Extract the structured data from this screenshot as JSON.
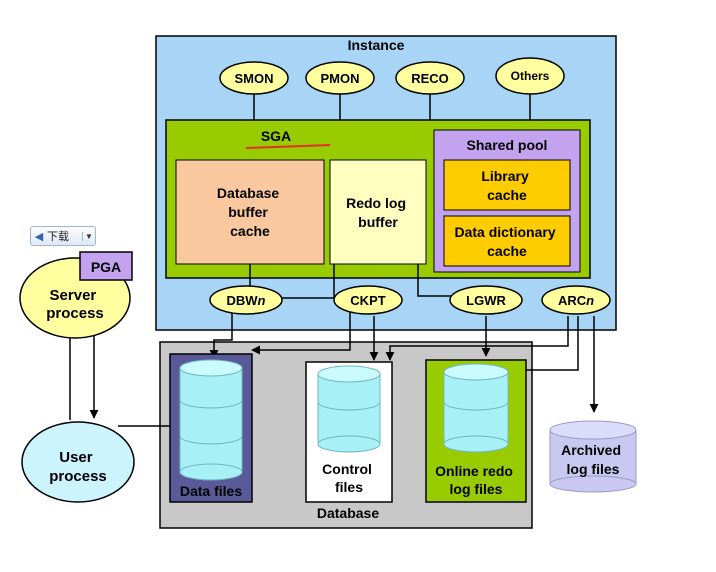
{
  "instance": {
    "title": "Instance"
  },
  "processes": {
    "smon": "SMON",
    "pmon": "PMON",
    "reco": "RECO",
    "others": "Others"
  },
  "sga": {
    "title": "SGA",
    "db_buffer_cache": [
      "Database",
      "buffer",
      "cache"
    ],
    "redo_log_buffer": [
      "Redo log",
      "buffer"
    ],
    "shared_pool": {
      "title": "Shared pool",
      "library_cache": [
        "Library",
        "cache"
      ],
      "data_dictionary_cache": [
        "Data dictionary",
        "cache"
      ]
    }
  },
  "background": {
    "dbwn": {
      "base": "DBW",
      "suffix": "n"
    },
    "ckpt": "CKPT",
    "lgwr": "LGWR",
    "arcn": {
      "base": "ARC",
      "suffix": "n"
    }
  },
  "server_process": {
    "pga": "PGA",
    "label": [
      "Server",
      "process"
    ]
  },
  "user_process": {
    "label": [
      "User",
      "process"
    ]
  },
  "database": {
    "title": "Database",
    "data_files": "Data files",
    "control_files": [
      "Control",
      "files"
    ],
    "online_redo_log_files": [
      "Online redo",
      "log files"
    ]
  },
  "archived_log_files": [
    "Archived",
    "log files"
  ],
  "download_button": {
    "label": "下载"
  },
  "colors": {
    "instance_bg": "#a8d4f6",
    "sga_bg": "#99cc00",
    "db_buffer_bg": "#f9c89f",
    "redo_bg": "#ffffc0",
    "shared_pool_bg": "#c3a3f0",
    "cache_bg": "#ffcc00",
    "process_ellipse": "#ffffa0",
    "database_bg": "#c8c8c8",
    "cylinder": "#a7f0f5",
    "archived_cylinder": "#c8c8f0",
    "sga_underline": "#e03030"
  }
}
